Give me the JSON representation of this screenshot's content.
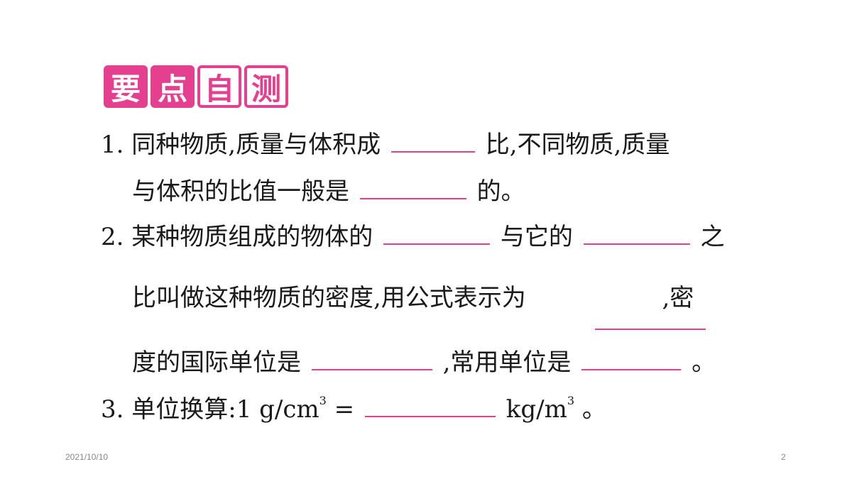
{
  "header": {
    "badge_chars": [
      "要",
      "点",
      "自",
      "测"
    ]
  },
  "questions": {
    "q1": {
      "number": "1.",
      "line1_before": "同种物质,质量与体积成",
      "line1_after": "比,不同物质,质量",
      "line2_before": "与体积的比值一般是",
      "line2_after": "的。"
    },
    "q2": {
      "number": "2.",
      "line1_before": "某种物质组成的物体的",
      "line1_middle": "与它的",
      "line1_after": "之",
      "line2_text": "比叫做这种物质的密度,用公式表示为",
      "line2_after": ",密",
      "line3_before": "度的国际单位是",
      "line3_middle": ",常用单位是",
      "line3_after": "。"
    },
    "q3": {
      "number": "3.",
      "before": "单位换算:1 g/cm",
      "exp1": "3",
      "equals": " = ",
      "unit": "kg/m",
      "exp2": "3",
      "after": "。"
    }
  },
  "footer": {
    "date": "2021/10/10",
    "page": "2"
  },
  "colors": {
    "accent": "#e5408f",
    "text": "#1a1a1a"
  }
}
